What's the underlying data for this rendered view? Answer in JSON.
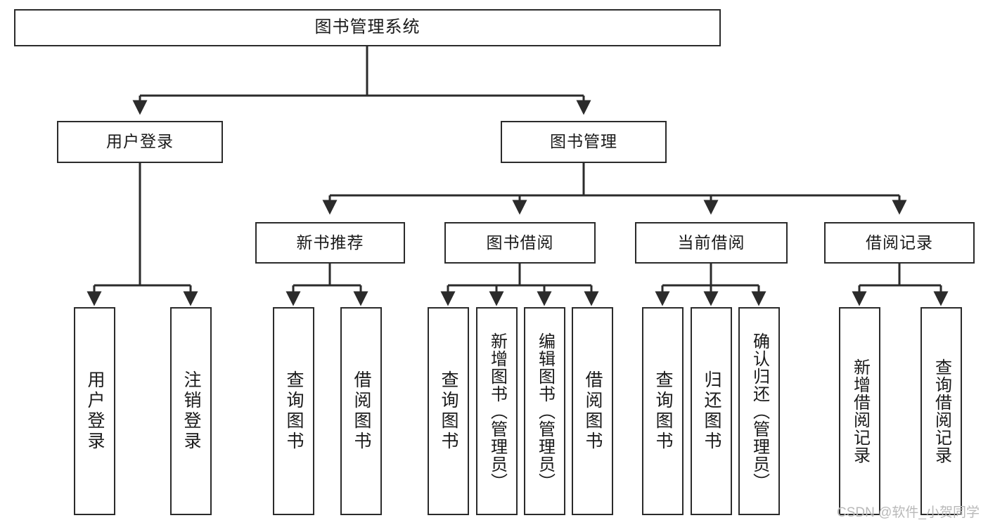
{
  "diagram": {
    "type": "tree",
    "title": "图书管理系统",
    "watermark": "CSDN @软件_小贺同学",
    "colors": {
      "box_border": "#2b2b2b",
      "box_fill": "#ffffff",
      "edge": "#2b2b2b",
      "text": "#1a1a1a",
      "watermark": "#b9b9b9"
    },
    "levels": {
      "root": "图书管理系统",
      "level2": [
        "用户登录",
        "图书管理"
      ],
      "level3": [
        "新书推荐",
        "图书借阅",
        "当前借阅",
        "借阅记录"
      ]
    },
    "nodes": {
      "root": "图书管理系统",
      "user_login": "用户登录",
      "book_manage": "图书管理",
      "new_book_rec": "新书推荐",
      "book_borrow": "图书借阅",
      "current_borrow": "当前借阅",
      "borrow_record": "借阅记录",
      "leaf_user_login": "用户登录",
      "leaf_logout": "注销登录",
      "leaf_query_book_1": "查询图书",
      "leaf_borrow_book_1": "借阅图书",
      "leaf_query_book_2": "查询图书",
      "leaf_add_book_admin": "新增图书（管理员）",
      "leaf_edit_book_admin": "编辑图书（管理员）",
      "leaf_borrow_book_2": "借阅图书",
      "leaf_query_book_3": "查询图书",
      "leaf_return_book": "归还图书",
      "leaf_confirm_return_admin": "确认归还（管理员）",
      "leaf_add_record": "新增借阅记录",
      "leaf_query_record": "查询借阅记录"
    }
  }
}
